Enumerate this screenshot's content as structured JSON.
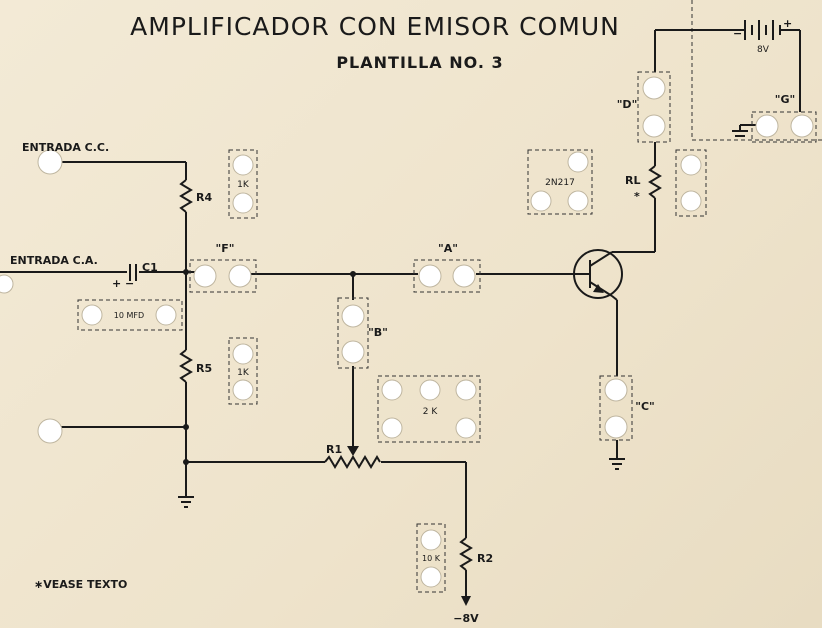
{
  "title": "AMPLIFICADOR CON EMISOR COMUN",
  "subtitle": "PLANTILLA NO. 3",
  "inputs": {
    "dc": "ENTRADA C.C.",
    "ac": "ENTRADA C.A."
  },
  "components": {
    "r4": "R4",
    "r5": "R5",
    "r1": "R1",
    "r2": "R2",
    "rl": "RL",
    "c1": "C1",
    "c1_polarity": "+  −",
    "transistor": "2N217",
    "battery_voltage": "8V",
    "battery_minus": "−",
    "battery_plus": "+",
    "neg_supply": "−8V",
    "asterisk": "*"
  },
  "values": {
    "r4_val": "1K",
    "r5_val": "1K",
    "c1_val": "10 MFD",
    "r1_val": "2 K",
    "r2_val": "10 K"
  },
  "test_points": {
    "a": "\"A\"",
    "b": "\"B\"",
    "c": "\"C\"",
    "d": "\"D\"",
    "f": "\"F\"",
    "g": "\"G\""
  },
  "footnote": "∗VEASE TEXTO"
}
